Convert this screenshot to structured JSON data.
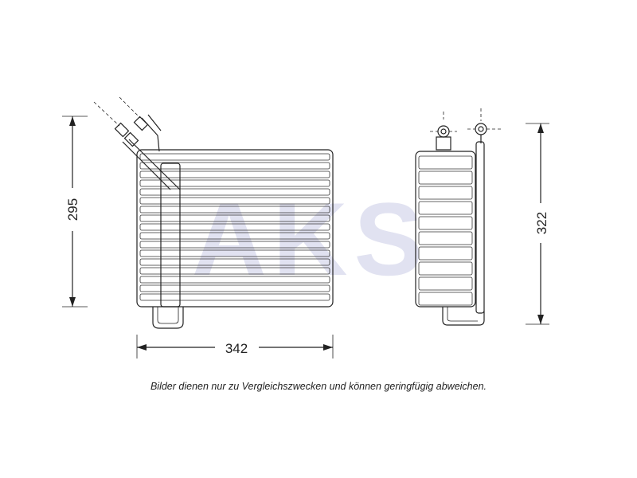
{
  "watermark": {
    "text": "AKS",
    "color": "#d9d9ef"
  },
  "dimensions": {
    "height_front": "295",
    "width_front": "342",
    "height_side": "322"
  },
  "caption": "Bilder dienen nur zu Vergleichszwecken und können geringfügig abweichen."
}
